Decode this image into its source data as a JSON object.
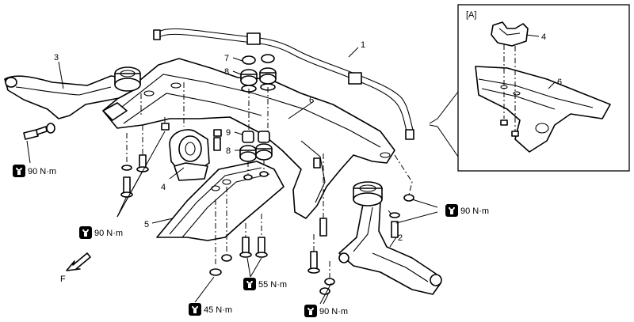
{
  "labels": {
    "p1": "1",
    "p2": "2",
    "p3": "3",
    "p4_main": "4",
    "p4_inset": "4",
    "p5": "5",
    "p6_main": "6",
    "p6_inset": "6",
    "p7": "7",
    "p8_upper": "8",
    "p8_lower": "8",
    "p9": "9"
  },
  "inset": {
    "title": "[A]"
  },
  "torques": {
    "left_bolt": "90 N·m",
    "mount_bolts": "90 N·m",
    "right_bolts": "90 N·m",
    "skid_front": "45 N·m",
    "skid_rear": "55 N·m",
    "arm_bolts": "90 N·m"
  },
  "direction": {
    "label": "F"
  }
}
